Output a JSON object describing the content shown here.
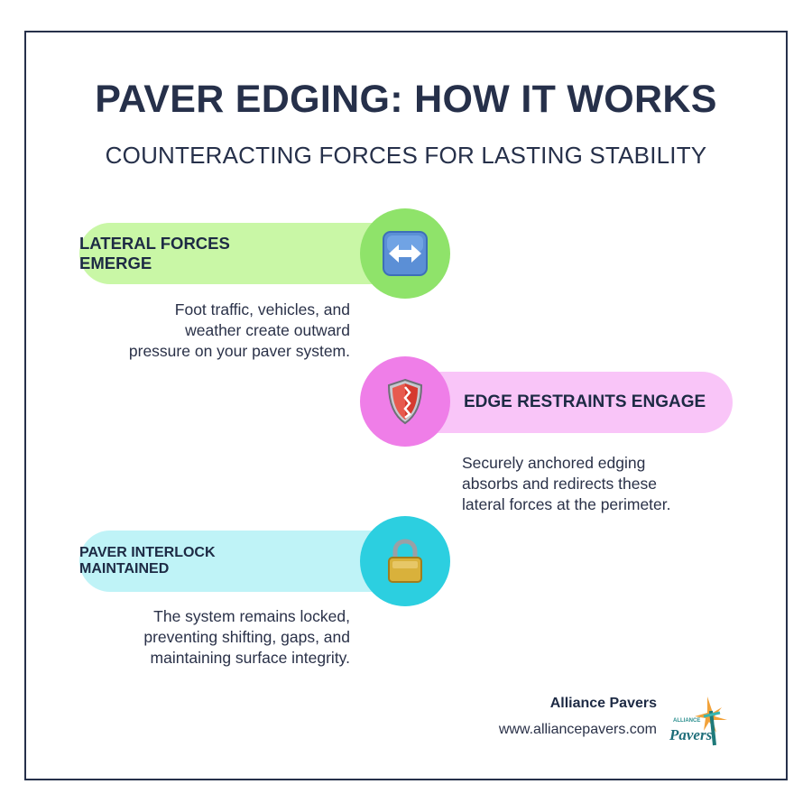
{
  "header": {
    "title": "PAVER EDGING: HOW IT WORKS",
    "subtitle": "COUNTERACTING FORCES FOR LASTING STABILITY"
  },
  "steps": [
    {
      "label": "LATERAL FORCES EMERGE",
      "description_lines": [
        "Foot traffic, vehicles, and",
        "weather create outward",
        "pressure on your paver system."
      ],
      "icon": "left-right-arrow-icon",
      "pill_color": "#c9f7a6",
      "circle_color": "#8fe36a"
    },
    {
      "label": "EDGE RESTRAINTS ENGAGE",
      "description_lines": [
        "Securely anchored edging",
        "absorbs and redirects these",
        "lateral forces at the perimeter."
      ],
      "icon": "shield-icon",
      "pill_color": "#f9c5f8",
      "circle_color": "#ef7ee8"
    },
    {
      "label": "PAVER INTERLOCK MAINTAINED",
      "description_lines": [
        "The system remains locked,",
        "preventing shifting, gaps, and",
        "maintaining surface integrity."
      ],
      "icon": "padlock-icon",
      "pill_color": "#bff3f7",
      "circle_color": "#2ccfe0"
    }
  ],
  "footer": {
    "brand": "Alliance Pavers",
    "url": "www.alliancepavers.com",
    "logo_text": "ALLIANCE",
    "logo_word": "Pavers"
  }
}
